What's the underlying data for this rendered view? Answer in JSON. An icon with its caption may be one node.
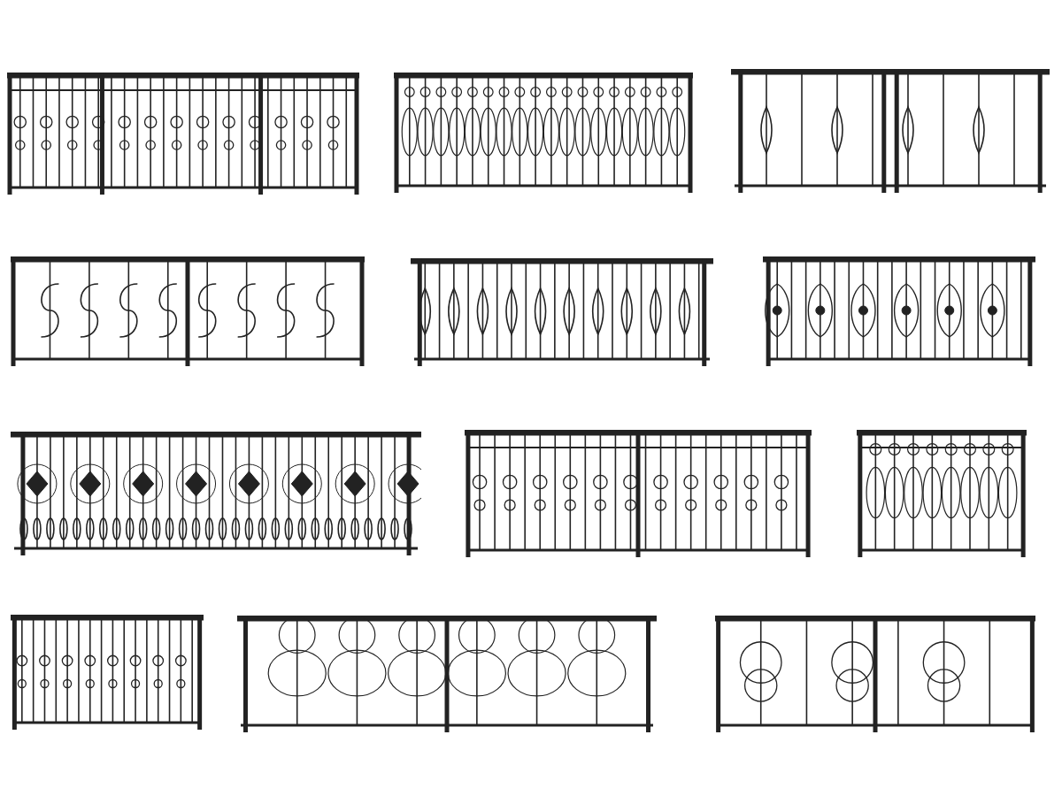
{
  "diagram": {
    "nodes": [
      {
        "text": [],
        "shape": "picture"
      },
      {
        "text": [],
        "shape": "picture"
      },
      {
        "text": [],
        "shape": "picture"
      },
      {
        "text": [],
        "shape": "picture"
      },
      {
        "text": [],
        "shape": "picture"
      },
      {
        "text": [],
        "shape": "picture"
      },
      {
        "text": [],
        "shape": "picture"
      },
      {
        "text": [],
        "shape": "picture"
      },
      {
        "text": [],
        "shape": "picture"
      },
      {
        "text": [],
        "shape": "picture"
      },
      {
        "text": [],
        "shape": "picture"
      },
      {
        "text": [],
        "shape": "picture"
      }
    ]
  }
}
